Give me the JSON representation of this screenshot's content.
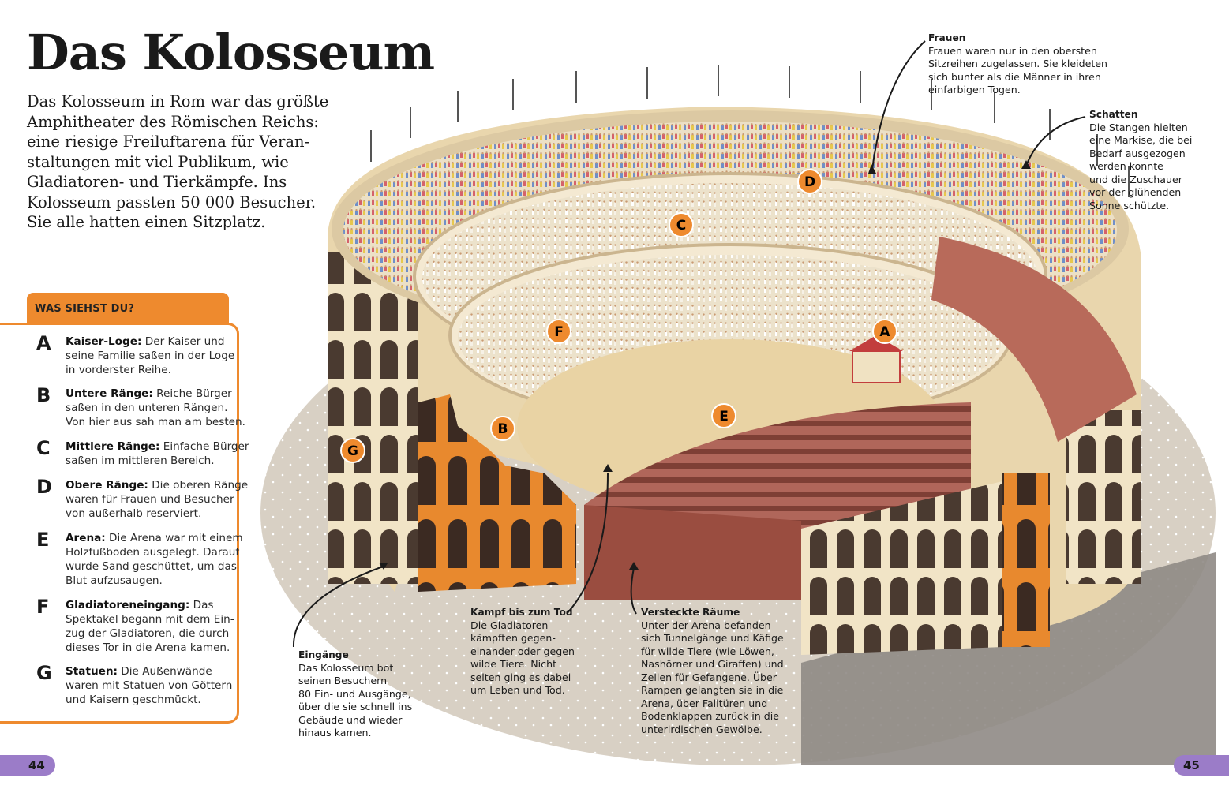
{
  "title": "Das Kolosseum",
  "intro_lines": [
    "Das Kolosseum in Rom war das größte",
    "Amphitheater des Römischen Reichs:",
    "eine riesige Freiluftarena für Veran-",
    "staltungen mit viel Publikum, wie",
    "Gladiatoren- und Tierkämpfe. Ins",
    "Kolosseum passten 50 000 Besucher.",
    "Sie alle hatten einen Sitzplatz."
  ],
  "sidebar": {
    "heading": "WAS SIEHST DU?",
    "items": [
      {
        "letter": "A",
        "term": "Kaiser-Loge:",
        "first": " Der Kaiser und",
        "lines": [
          "seine Familie saßen in der Loge",
          "in vorderster Reihe."
        ]
      },
      {
        "letter": "B",
        "term": "Untere Ränge:",
        "first": " Reiche Bürger",
        "lines": [
          "saßen in den unteren Rängen.",
          "Von hier aus sah man am besten."
        ]
      },
      {
        "letter": "C",
        "term": "Mittlere Ränge:",
        "first": " Einfache Bürger",
        "lines": [
          "saßen im mittleren Bereich."
        ]
      },
      {
        "letter": "D",
        "term": "Obere Ränge:",
        "first": " Die oberen Ränge",
        "lines": [
          "waren für Frauen und Besucher",
          "von außerhalb reserviert."
        ]
      },
      {
        "letter": "E",
        "term": "Arena:",
        "first": " Die Arena war mit einem",
        "lines": [
          "Holzfußboden ausgelegt. Darauf",
          "wurde Sand geschüttet, um das",
          "Blut aufzusaugen."
        ]
      },
      {
        "letter": "F",
        "term": "Gladiatoreneingang:",
        "first": " Das",
        "lines": [
          "Spektakel begann mit dem Ein-",
          "zug der Gladiatoren, die durch",
          "dieses Tor in die Arena kamen."
        ]
      },
      {
        "letter": "G",
        "term": "Statuen:",
        "first": " Die Außenwände",
        "lines": [
          "waren mit Statuen von Göttern",
          "und Kaisern geschmückt."
        ]
      }
    ]
  },
  "callouts": {
    "frauen": {
      "heading": "Frauen",
      "lines": [
        "Frauen waren nur in den obersten",
        "Sitzreihen zugelassen. Sie kleideten",
        "sich bunter als die Männer in ihren",
        "einfarbigen Togen."
      ]
    },
    "schatten": {
      "heading": "Schatten",
      "lines": [
        "Die Stangen hielten",
        "eine Markise, die bei",
        "Bedarf ausgezogen",
        "werden konnte",
        "und die Zuschauer",
        "vor der glühenden",
        "Sonne schützte."
      ]
    },
    "eingaenge": {
      "heading": "Eingänge",
      "lines": [
        "Das Kolosseum bot",
        "seinen Besuchern",
        "80 Ein- und Ausgänge,",
        "über die sie schnell ins",
        "Gebäude und wieder",
        "hinaus kamen."
      ]
    },
    "kampf": {
      "heading": "Kampf bis zum Tod",
      "lines": [
        "Die Gladiatoren",
        "kämpften gegen-",
        "einander oder gegen",
        "wilde Tiere. Nicht",
        "selten ging es dabei",
        "um Leben und Tod."
      ]
    },
    "versteckt": {
      "heading": "Versteckte Räume",
      "lines": [
        "Unter der Arena befanden",
        "sich Tunnelgänge und Käfige",
        "für wilde Tiere (wie Löwen,",
        "Nashörner und Giraffen) und",
        "Zellen für Gefangene. Über",
        "Rampen gelangten sie in die",
        "Arena, über Falltüren und",
        "Bodenklappen zurück in die",
        "unterirdischen Gewölbe."
      ]
    }
  },
  "markers": [
    "A",
    "B",
    "C",
    "D",
    "E",
    "F",
    "G"
  ],
  "page_numbers": {
    "left": "44",
    "right": "45"
  },
  "colors": {
    "accent_orange": "#ee8a2e",
    "page_tab_purple": "#9b7cc8",
    "stone": "#efe0bd",
    "arena_sand": "#e9d3a4",
    "brick": "#a2594a"
  }
}
